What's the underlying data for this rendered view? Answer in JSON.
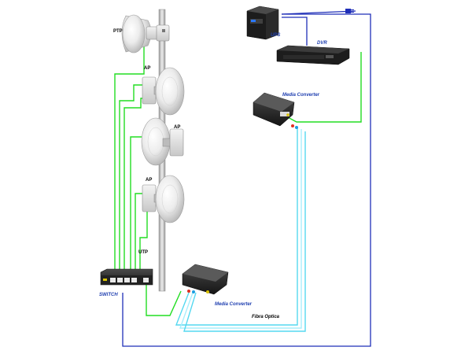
{
  "labels": {
    "ptp": "PTP",
    "ap1": "AP",
    "ap2": "AP",
    "ap3": "AP",
    "utp": "UTP",
    "ups": "UPS",
    "dvr": "DVR",
    "media_converter_top": "Media Converter",
    "media_converter_bottom": "Media Converter",
    "switch": "SWITCH",
    "fibra_optica": "Fibra Optica"
  },
  "colors": {
    "utp_cable": "#22dd22",
    "power_cable": "#1f2fb8",
    "fiber_cable": "#55d8f0",
    "fiber_cable_light": "#a8eefc",
    "mast": "#c9c9c9",
    "device_dark": "#2b2b2b",
    "label_blue": "#1f3fb0"
  }
}
